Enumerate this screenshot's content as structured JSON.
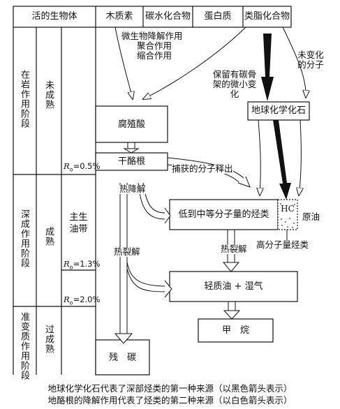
{
  "header": {
    "living_biomass": "活的生物体",
    "lignin": "木质素",
    "carbohydrate": "碳水化合物",
    "protein": "蛋白质",
    "lipid": "类脂化合物"
  },
  "stages": {
    "diagenesis": "在岩作用阶段",
    "catagenesis": "深成作用阶段",
    "metagenesis": "准变质作用阶段"
  },
  "maturity": {
    "immature": "未成熟",
    "mature": "成熟",
    "main_oil_zone": "主生油带",
    "overmature": "过成熟"
  },
  "ro_labels": {
    "ro_05": "=0.5%",
    "ro_13": "=1.3%",
    "ro_20": "=2.0%",
    "ro_symbol": "R",
    "ro_sub": "o"
  },
  "processes": {
    "microbial": "微生物降解作用",
    "polymerization": "聚合作用",
    "condensation": "缩合作用",
    "unaltered_molecules": "未变化的分子",
    "minor_change": "保留有碳骨架的微小变化",
    "released_molecules": "捕获的分子释出",
    "thermal_degradation": "热降解",
    "thermal_cracking_left": "热裂解",
    "thermal_cracking_mid": "热裂解"
  },
  "boxes": {
    "humic_acid": "腐殖酸",
    "kerogen": "干酪根",
    "geochemical_fossil": "地球化学化石",
    "low_mid_hydrocarbons": "低到中等分子量的烃类",
    "light_oil_gas": "轻质油 + 湿气",
    "methane": "甲　烷",
    "residual_carbon": "残　碳",
    "hc": "HC"
  },
  "annotations": {
    "crude_oil": "原油",
    "high_mw_hydrocarbons": "高分子量烃类"
  },
  "caption": {
    "line1": "地球化学化石代表了深部烃类的第一种来源（以黑色箭头表示）",
    "line2": "地酪根的降解作用代表了烃类的第二种来源（以白色箭头表示）"
  },
  "colors": {
    "ink": "#111111",
    "background": "#ffffff",
    "black_arrow": "#000000"
  }
}
